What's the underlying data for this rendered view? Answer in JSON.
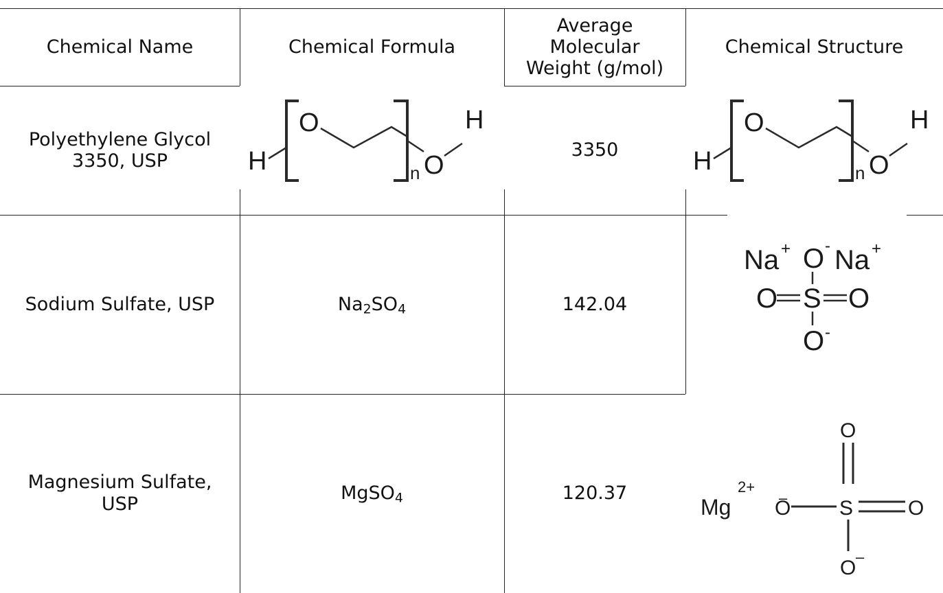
{
  "headers": {
    "name": "Chemical Name",
    "formula": "Chemical Formula",
    "weight_lines": [
      "Average",
      "Molecular",
      "Weight (g/mol)"
    ],
    "structure": "Chemical Structure"
  },
  "rows": [
    {
      "name_lines": [
        "Polyethylene Glycol",
        "3350, USP"
      ],
      "weight": "3350",
      "formula_struct": {
        "h_left": "H",
        "o_left": "O",
        "o_right": "O",
        "h_right": "H",
        "n": "n"
      },
      "structure": {
        "h_left": "H",
        "o_left": "O",
        "o_right": "O",
        "h_right": "H",
        "n": "n"
      }
    },
    {
      "name_lines": [
        "Sodium Sulfate, USP"
      ],
      "formula": {
        "a": "Na",
        "a_sub": "2",
        "b": "SO",
        "b_sub": "4"
      },
      "weight": "142.04",
      "structure": {
        "na1": "Na",
        "na2": "Na",
        "plus": "+",
        "minus": "-",
        "o": "O",
        "s": "S"
      }
    },
    {
      "name_lines": [
        "Magnesium Sulfate,",
        "USP"
      ],
      "formula": {
        "a": "MgSO",
        "a_sub": "4"
      },
      "weight": "120.37",
      "structure": {
        "mg": "Mg",
        "charge": "2+",
        "minus": "–",
        "o": "O",
        "s": "S"
      }
    }
  ]
}
